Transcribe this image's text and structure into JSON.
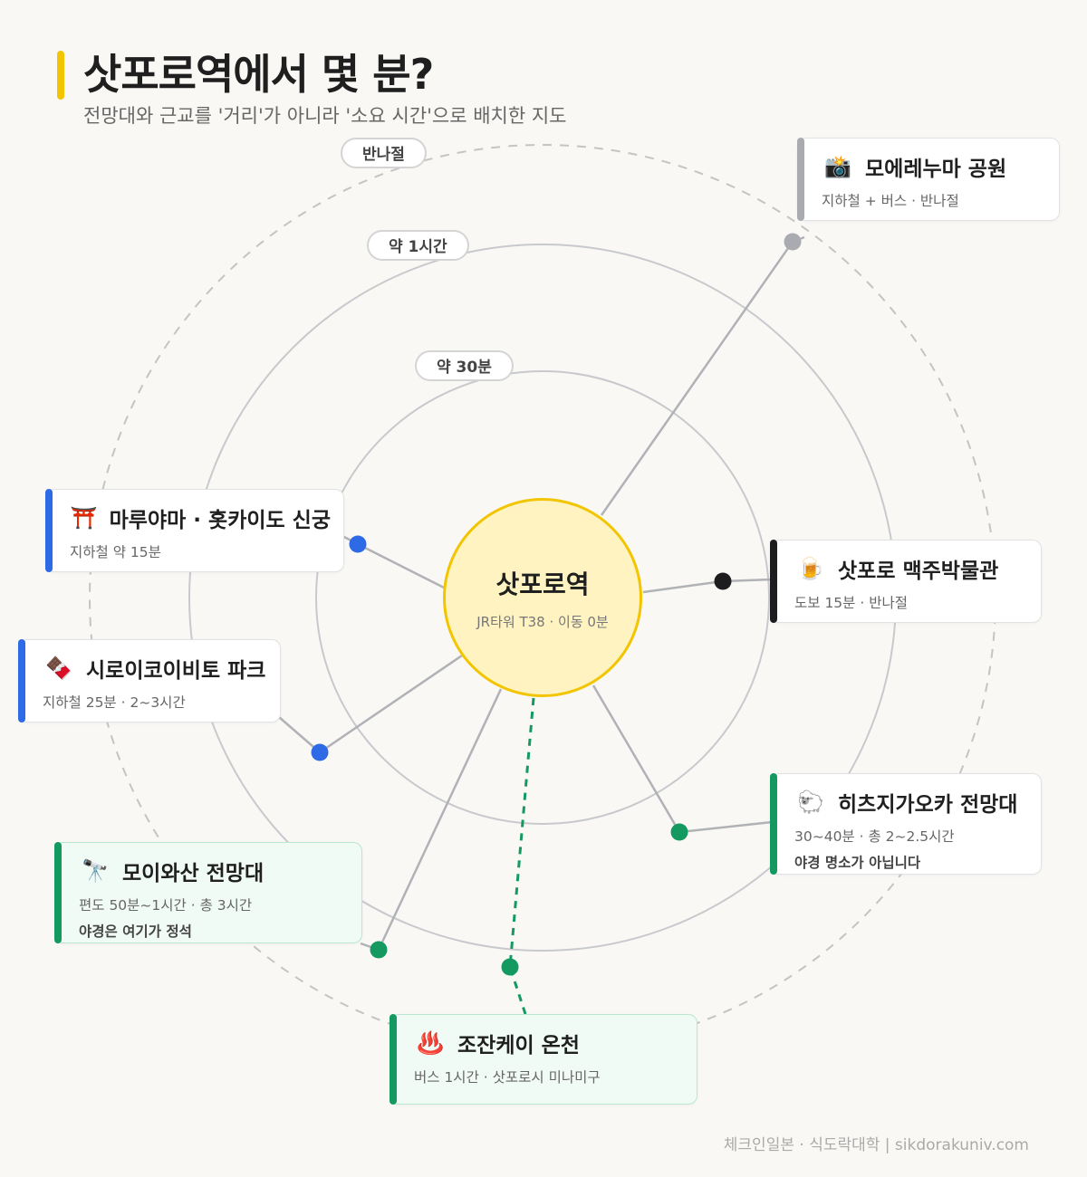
{
  "header": {
    "title": "삿포로역에서 몇 분?",
    "subtitle": "전망대와 근교를 '거리'가 아니라 '소요 시간'으로 배치한 지도"
  },
  "rings": [
    {
      "label": "약 30분",
      "style": "solid"
    },
    {
      "label": "약 1시간",
      "style": "solid"
    },
    {
      "label": "반나절",
      "style": "dashed"
    }
  ],
  "center": {
    "name": "삿포로역",
    "sub": "JR타워 T38 · 이동 0분"
  },
  "destinations": [
    {
      "id": "moerenuma",
      "icon": "📸",
      "icon_name": "camera-flash-icon",
      "name": "모에레누마 공원",
      "sub": "지하철 + 버스 · 반나절",
      "note": "",
      "color": "#a9abb0",
      "line": "solid",
      "highlight": false
    },
    {
      "id": "beer",
      "icon": "🍺",
      "icon_name": "beer-mug-icon",
      "name": "삿포로 맥주박물관",
      "sub": "도보 15분 · 반나절",
      "note": "",
      "color": "#1d1d20",
      "line": "solid",
      "highlight": false
    },
    {
      "id": "maruyama",
      "icon": "⛩️",
      "icon_name": "torii-gate-icon",
      "name": "마루야마 · 홋카이도 신궁",
      "sub": "지하철 약 15분",
      "note": "",
      "color": "#2e6ae6",
      "line": "solid",
      "highlight": false
    },
    {
      "id": "shiroi",
      "icon": "🍫",
      "icon_name": "chocolate-bar-icon",
      "name": "시로이코이비토 파크",
      "sub": "지하철 25분 · 2~3시간",
      "note": "",
      "color": "#2e6ae6",
      "line": "solid",
      "highlight": false
    },
    {
      "id": "hitsujigaoka",
      "icon": "🐑",
      "icon_name": "sheep-icon",
      "name": "히츠지가오카 전망대",
      "sub": "30~40분 · 총 2~2.5시간",
      "note": "야경 명소가 아닙니다",
      "color": "#149a61",
      "line": "solid",
      "highlight": false
    },
    {
      "id": "moiwa",
      "icon": "🔭",
      "icon_name": "telescope-icon",
      "name": "모이와산 전망대",
      "sub": "편도 50분~1시간 · 총 3시간",
      "note": "야경은 여기가 정석",
      "color": "#149a61",
      "line": "solid",
      "highlight": true
    },
    {
      "id": "jozankei",
      "icon": "♨️",
      "icon_name": "hot-springs-icon",
      "name": "조잔케이 온천",
      "sub": "버스 1시간 · 삿포로시 미나미구",
      "note": "",
      "color": "#149a61",
      "line": "dashed",
      "highlight": true
    }
  ],
  "colors": {
    "accent": "#f2c500",
    "center_fill": "#fff3c2",
    "ring": "#c8c9cd",
    "ring_dashed": "#c4c4c4"
  },
  "footer": {
    "credit": "체크인일본 · 식도락대학 | sikdorakuniv.com"
  }
}
